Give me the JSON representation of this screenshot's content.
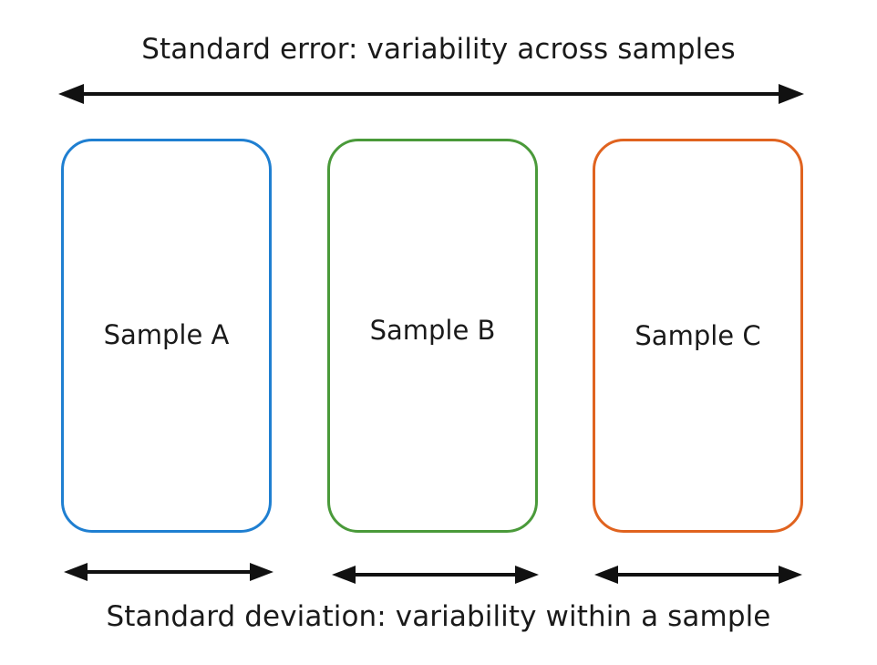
{
  "diagram": {
    "top_label": "Standard error: variability across samples",
    "bottom_label": "Standard deviation: variability within a sample",
    "samples": [
      {
        "label": "Sample A",
        "color": "#1f7fd1"
      },
      {
        "label": "Sample B",
        "color": "#4a9a3a"
      },
      {
        "label": "Sample C",
        "color": "#e0631f"
      }
    ],
    "arrow_color": "#111111"
  }
}
